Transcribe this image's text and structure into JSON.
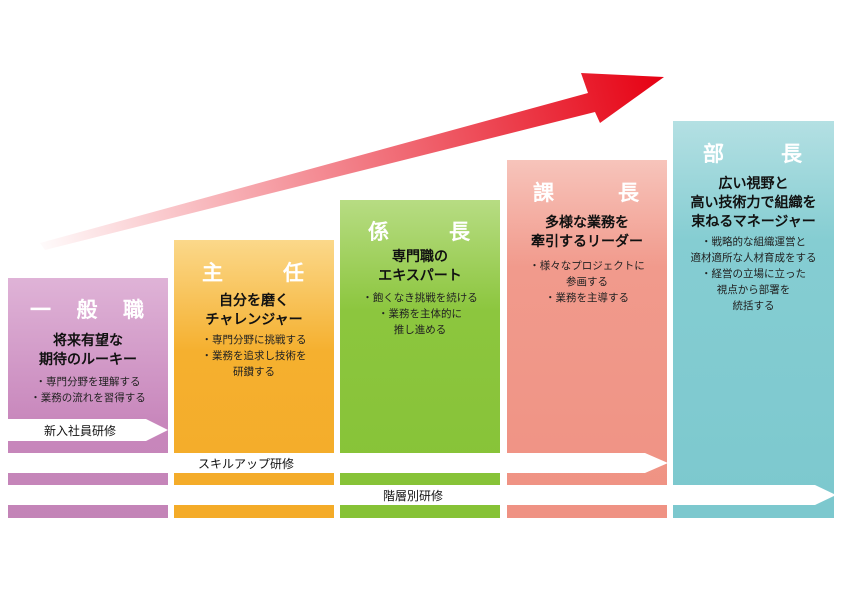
{
  "steps": [
    {
      "title_chars": [
        "一",
        "般",
        "職"
      ],
      "subtitle_lines": [
        "将来有望な",
        "期待のルーキー"
      ],
      "bullets": [
        "・専門分野を理解する",
        "・業務の流れを習得する"
      ],
      "color": "#c887bc"
    },
    {
      "title_chars": [
        "主",
        "任"
      ],
      "subtitle_lines": [
        "自分を磨く",
        "チャレンジャー"
      ],
      "bullets": [
        "・専門分野に挑戦する",
        "・業務を追求し技術を",
        "研鑽する"
      ],
      "color": "#f5b02f"
    },
    {
      "title_chars": [
        "係",
        "長"
      ],
      "subtitle_lines": [
        "専門職の",
        "エキスパート"
      ],
      "bullets": [
        "・飽くなき挑戦を続ける",
        "・業務を主体的に",
        "推し進める"
      ],
      "color": "#8cc63e"
    },
    {
      "title_chars": [
        "課",
        "長"
      ],
      "subtitle_lines": [
        "多様な業務を",
        "牽引するリーダー"
      ],
      "bullets": [
        "・様々なプロジェクトに",
        "参画する",
        "・業務を主導する"
      ],
      "color": "#f19a8c"
    },
    {
      "title_chars": [
        "部",
        "長"
      ],
      "subtitle_lines": [
        "広い視野と",
        "高い技術力で組織を",
        "束ねるマネージャー"
      ],
      "bullets": [
        "・戦略的な組織運営と",
        "適材適所な人材育成をする",
        "・経営の立場に立った",
        "視点から部署を",
        "統括する"
      ],
      "color": "#85cdd2"
    }
  ],
  "training": {
    "new_employee": "新入社員研修",
    "skill_up": "スキルアップ研修",
    "rank": "階層別研修"
  },
  "colors": {
    "growth_arrow": "#e60012"
  }
}
